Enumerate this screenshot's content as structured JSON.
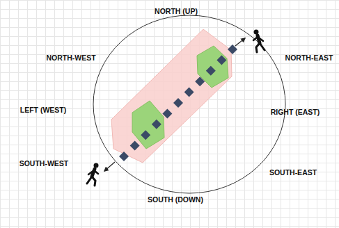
{
  "diagram": {
    "labels": [
      "NORTH (UP)",
      "NORTH-WEST",
      "NORTH-EAST",
      "LEFT (WEST)",
      "RIGHT (EAST)",
      "SOUTH-WEST",
      "SOUTH-EAST",
      "SOUTH (DOWN)"
    ]
  }
}
